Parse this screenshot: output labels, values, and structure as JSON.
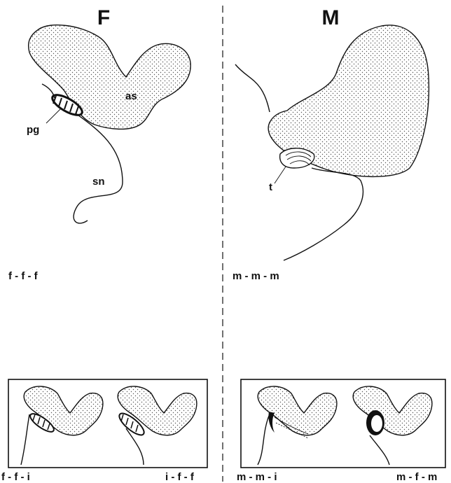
{
  "panels": {
    "female": {
      "heading": "F",
      "labels": {
        "as": "as",
        "pg": "pg",
        "sn": "sn"
      },
      "caption": "f - f - f"
    },
    "male": {
      "heading": "M",
      "labels": {
        "t": "t"
      },
      "caption": "m - m - m"
    },
    "female_variants": {
      "left_caption": "f - f - i",
      "right_caption": "i - f - f"
    },
    "male_variants": {
      "left_caption": "m - m - i",
      "right_caption": "m - f - m"
    }
  }
}
